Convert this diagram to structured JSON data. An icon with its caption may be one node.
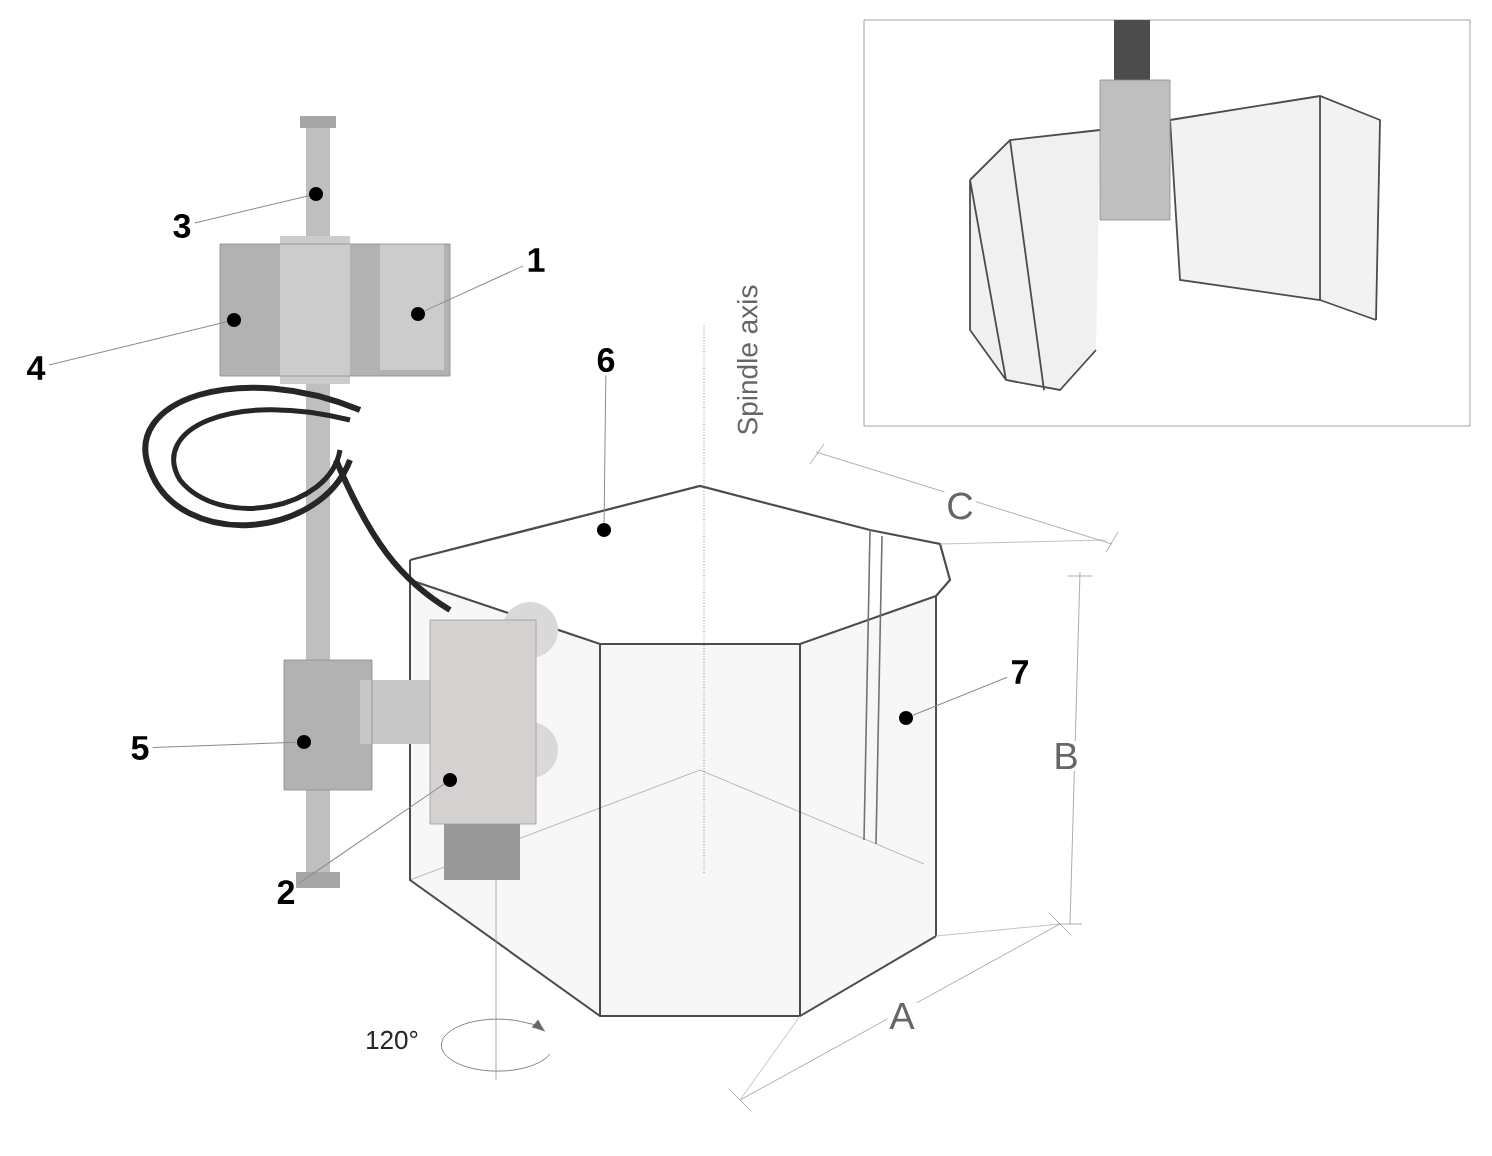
{
  "diagram": {
    "nodes": [
      {
        "text": [
          "3"
        ]
      },
      {
        "text": [
          "1"
        ]
      },
      {
        "text": [
          "4"
        ]
      },
      {
        "text": [
          "6"
        ]
      },
      {
        "text": [
          "7"
        ]
      },
      {
        "text": [
          "5"
        ]
      },
      {
        "text": [
          "2"
        ]
      },
      {
        "text": [],
        "shape": "circle"
      },
      {
        "text": [],
        "shape": "circle"
      },
      {
        "text": [],
        "shape": "circle"
      },
      {
        "text": [],
        "shape": "circle"
      },
      {
        "text": [],
        "shape": "circle"
      },
      {
        "text": [],
        "shape": "circle"
      },
      {
        "text": [],
        "shape": "circle"
      }
    ],
    "edges": [
      {
        "from": 0,
        "to": 7,
        "arrow": "none"
      },
      {
        "from": 1,
        "to": 8,
        "arrow": "none"
      },
      {
        "from": 2,
        "to": 9,
        "arrow": "none"
      },
      {
        "from": 3,
        "to": 10,
        "arrow": "none"
      },
      {
        "from": 4,
        "to": 11,
        "arrow": "none"
      },
      {
        "from": 5,
        "to": 12,
        "arrow": "none"
      },
      {
        "from": 6,
        "to": 13,
        "arrow": "none"
      }
    ],
    "labels": [
      "Spindle axis",
      "C",
      "B",
      "A",
      "120°"
    ]
  }
}
